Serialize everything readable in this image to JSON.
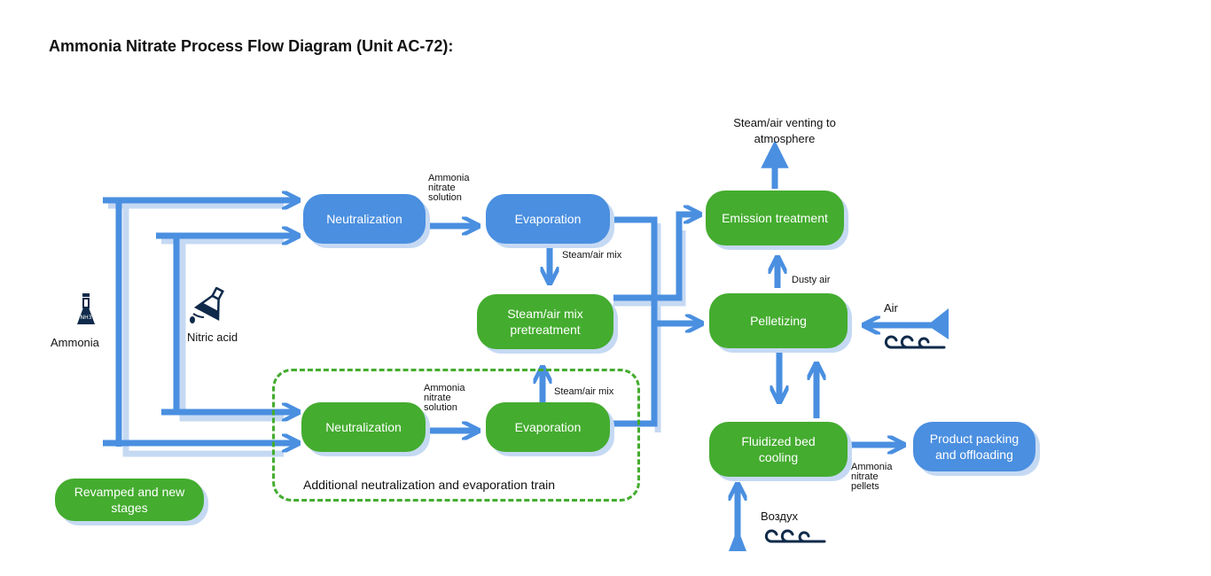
{
  "title": "Ammonia Nitrate Process Flow Diagram (Unit AC-72):",
  "colors": {
    "accent_blue": "#4a8fe0",
    "accent_green": "#44ac2f",
    "shadow": "#c5d9f3",
    "icon_navy": "#0f2a4a"
  },
  "inputs": {
    "ammonia": "Ammonia",
    "nitric_acid": "Nitric acid",
    "air": "Air",
    "air_ru": "Воздух"
  },
  "nodes": {
    "neutralization_1": "Neutralization",
    "evaporation_1": "Evaporation",
    "steam_pretreatment": "Steam/air mix pretreatment",
    "neutralization_2": "Neutralization",
    "evaporation_2": "Evaporation",
    "emission_treatment": "Emission treatment",
    "pelletizing": "Pelletizing",
    "fluidized_bed": "Fluidized bed cooling",
    "product_packing": "Product packing and offloading"
  },
  "flow_labels": {
    "solution_1": "Ammonia nitrate solution",
    "steam_air_1": "Steam/air mix",
    "solution_2": "Ammonia nitrate solution",
    "steam_air_2": "Steam/air mix",
    "venting": "Steam/air venting to atmosphere",
    "dusty_air": "Dusty air",
    "pellets": "Ammonia nitrate pellets"
  },
  "train_label": "Additional neutralization and evaporation train",
  "legend": {
    "label": "Revamped and new stages"
  },
  "icons": [
    "ammonia-flask-icon",
    "nitric-acid-flask-icon",
    "air-wind-icon",
    "air-wind-icon-ru"
  ],
  "ammonia_flask_text": "NH3"
}
